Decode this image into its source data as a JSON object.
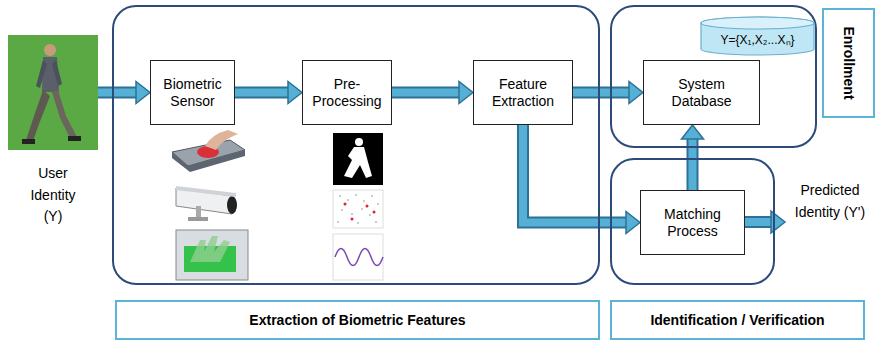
{
  "diagram": {
    "nodes": [
      {
        "text": [
          "User Identity (Y)"
        ]
      },
      {
        "text": []
      },
      {
        "text": [
          "Biometric Sensor"
        ],
        "in": 1
      },
      {
        "text": [
          "Pre-Processing"
        ],
        "in": 1
      },
      {
        "text": [
          "Feature Extraction"
        ],
        "in": 1
      },
      {
        "text": [
          "Extraction of Biometric Features"
        ]
      },
      {
        "text": []
      },
      {
        "text": [
          "Y={X₁,X₂...Xₙ}"
        ],
        "in": 6
      },
      {
        "text": [
          "System Database"
        ],
        "in": 6
      },
      {
        "text": [
          "Enrollment"
        ]
      },
      {
        "text": []
      },
      {
        "text": [
          "Matching Process"
        ],
        "in": 10
      },
      {
        "text": [
          "Identification / Verification"
        ]
      }
    ],
    "edges": [
      {
        "from": 0,
        "to": 2,
        "arrow": "to"
      },
      {
        "from": 2,
        "to": 3,
        "arrow": "to"
      },
      {
        "from": 3,
        "to": 4,
        "arrow": "to"
      },
      {
        "from": 4,
        "to": 8,
        "arrow": "to"
      },
      {
        "from": 4,
        "to": 11,
        "arrow": "to"
      },
      {
        "from": 11,
        "to": 8,
        "arrow": "to"
      }
    ],
    "labels": [
      "Predicted Identity (Y')"
    ]
  }
}
